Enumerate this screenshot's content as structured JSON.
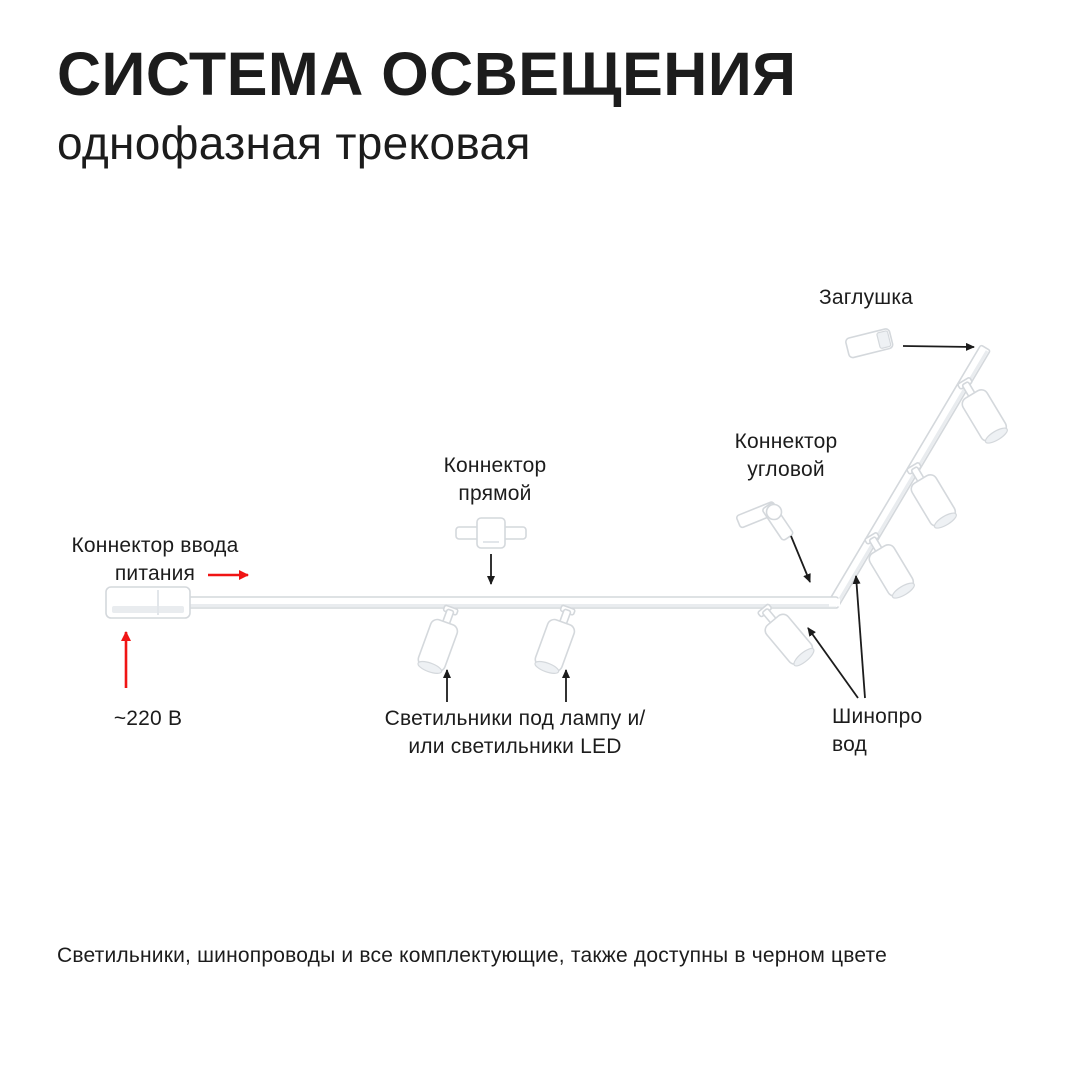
{
  "header": {
    "title": "СИСТЕМА ОСВЕЩЕНИЯ",
    "subtitle": "однофазная трековая"
  },
  "diagram": {
    "labels": {
      "endcap": "Заглушка",
      "straight_connector": "Коннектор прямой",
      "corner_connector": "Коннектор угловой",
      "power_input": "Коннектор ввода питания",
      "voltage": "~220 В",
      "fixtures": "Светильники под лампу и/или светильники LED",
      "busbar_line1": "Шинопро",
      "busbar_line2": "вод"
    }
  },
  "footer": {
    "note": "Светильники, шинопроводы и все комплектующие, также доступны в черном цвете"
  },
  "colors": {
    "ink": "#1c1c1c",
    "accent-red": "#f01414",
    "track-stroke": "#d4d8dc",
    "track-shade": "#e9ecef",
    "piece-shade-fill": "#eef1f4",
    "paper": "#ffffff"
  }
}
